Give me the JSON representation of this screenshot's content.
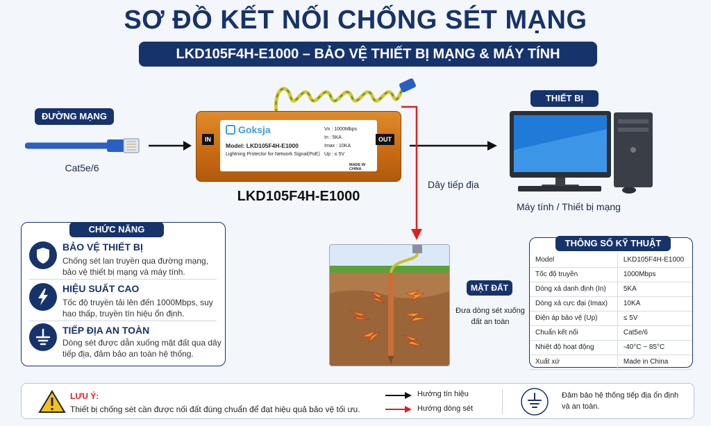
{
  "title": "SƠ ĐỒ KẾT NỐI CHỐNG SÉT MẠNG",
  "subtitle": "LKD105F4H-E1000 – BẢO VỆ THIẾT BỊ MẠNG & MÁY TÍNH",
  "network": {
    "tag": "ĐƯỜNG MẠNG",
    "cable_label": "Cat5e/6"
  },
  "device": {
    "brand": "Goksja",
    "model_line": "Model: LKD105F4H-E1000",
    "desc_line": "Lightning Protector for Network Signal(PoE)",
    "specs": [
      "Vn : 1000Mbps",
      "In : 5KA",
      "Imax : 10KA",
      "Up : ≤ 5V"
    ],
    "made_in": "MADE IN CHINA",
    "in_label": "IN",
    "out_label": "OUT",
    "name": "LKD105F4H-E1000"
  },
  "equipment": {
    "tag": "THIẾT BỊ",
    "caption": "Máy tính / Thiết bị mạng"
  },
  "ground_wire_label": "Dây tiếp địa",
  "ground": {
    "tag": "MẶT ĐẤT",
    "desc": "Đưa dòng sét xuống đất an toàn"
  },
  "features": {
    "header": "CHỨC NĂNG",
    "items": [
      {
        "icon": "shield-icon",
        "title": "BẢO VỆ THIẾT BỊ",
        "desc": "Chống sét lan truyền qua đường mạng, bảo vệ thiết bị mạng và máy tính."
      },
      {
        "icon": "lightning-icon",
        "title": "HIỆU SUẤT CAO",
        "desc": "Tốc độ truyền tải lên đến 1000Mbps, suy hao thấp, truyền tín hiệu ổn định."
      },
      {
        "icon": "ground-icon",
        "title": "TIẾP ĐỊA AN TOÀN",
        "desc": "Dòng sét được dẫn xuống mặt đất qua dây tiếp địa, đảm bảo an toàn hệ thống."
      }
    ]
  },
  "specs_table": {
    "header": "THÔNG SỐ KỸ THUẬT",
    "rows": [
      [
        "Model",
        "LKD105F4H-E1000"
      ],
      [
        "Tốc độ truyền",
        "1000Mbps"
      ],
      [
        "Dòng xả danh định (In)",
        "5KA"
      ],
      [
        "Dòng xả cực đại (Imax)",
        "10KA"
      ],
      [
        "Điện áp bảo vệ (Up)",
        "≤ 5V"
      ],
      [
        "Chuẩn kết nối",
        "Cat5e/6"
      ],
      [
        "Nhiệt độ hoạt động",
        "-40°C ~ 85°C"
      ],
      [
        "Xuất xứ",
        "Made in China"
      ]
    ]
  },
  "note": {
    "heading": "LƯU Ý:",
    "text": "Thiết bị chống sét cần được nối đất đúng chuẩn để đạt hiệu quả bảo vệ tối ưu.",
    "legend_signal": "Hướng tín hiệu",
    "legend_current": "Hướng dòng sét",
    "ground_note": "Đảm bảo hệ thống tiếp địa ổn định và an toàn."
  },
  "colors": {
    "navy": "#17336b",
    "red": "#e02020",
    "orange": "#c96a12",
    "cable_blue": "#2a5fc4"
  }
}
